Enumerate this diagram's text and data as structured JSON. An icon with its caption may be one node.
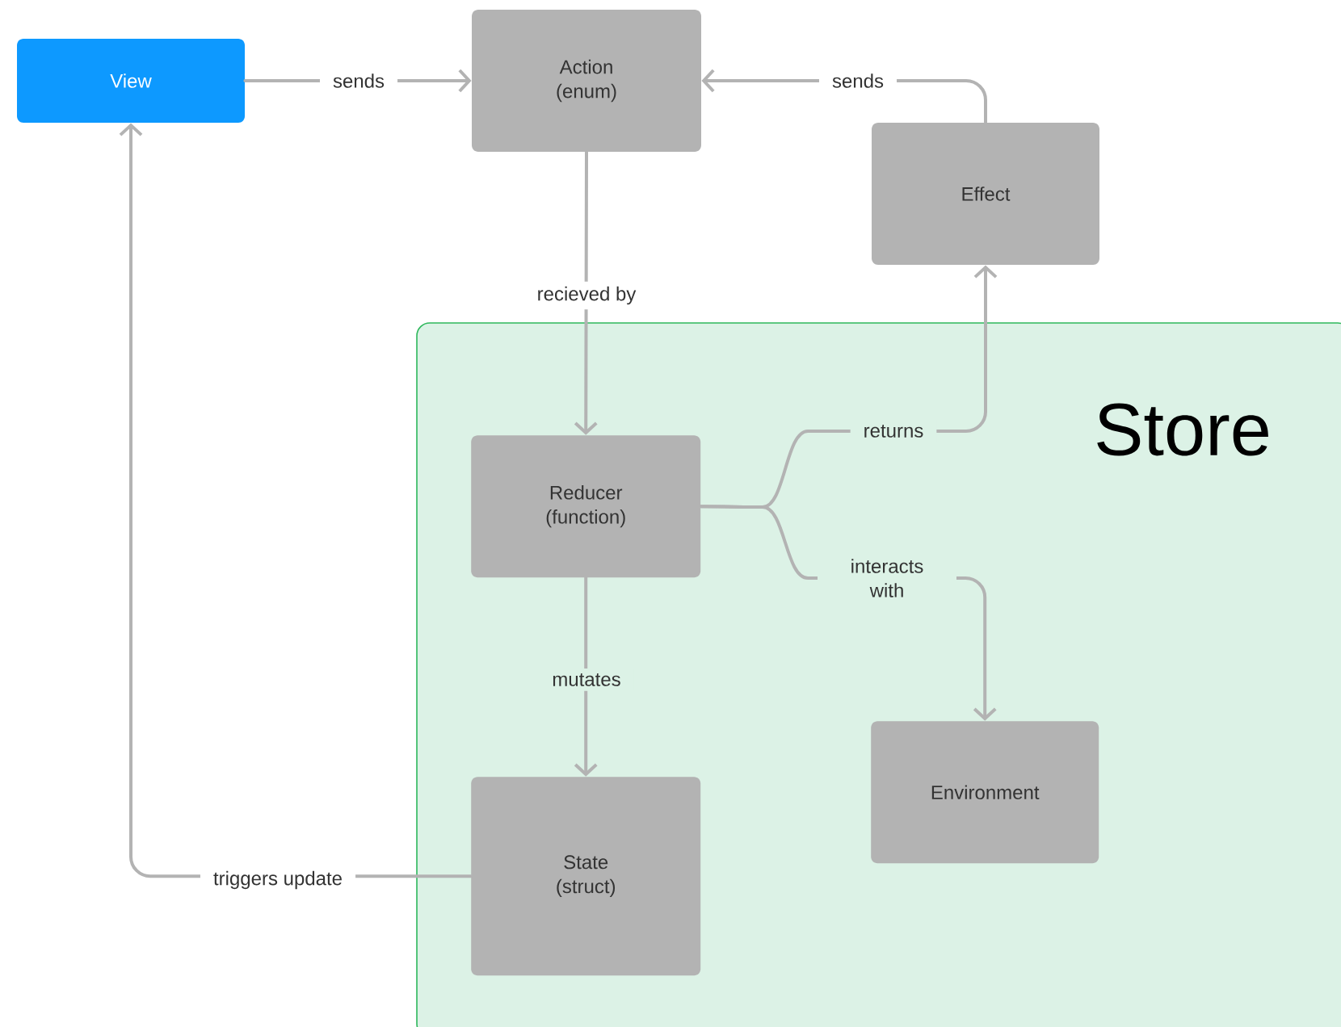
{
  "diagram": {
    "nodes": [
      {
        "text": [
          "View"
        ]
      },
      {
        "text": [
          "Action (enum)"
        ]
      },
      {
        "text": [
          "Effect"
        ]
      },
      {
        "text": [
          "Store"
        ]
      },
      {
        "text": [
          "Reducer (function)"
        ],
        "in": 3
      },
      {
        "text": [
          "Environment"
        ],
        "in": 3
      },
      {
        "text": [
          "State (struct)"
        ],
        "in": 3
      }
    ],
    "edges": [
      {
        "from": 0,
        "to": 1,
        "arrow": "to",
        "label": "sends"
      },
      {
        "from": 2,
        "to": 1,
        "arrow": "to",
        "label": "sends"
      },
      {
        "from": 1,
        "to": 4,
        "arrow": "to",
        "label": "recieved by"
      },
      {
        "from": 4,
        "to": 2,
        "arrow": "to",
        "label": "returns"
      },
      {
        "from": 4,
        "to": 5,
        "arrow": "to",
        "label": "interacts with"
      },
      {
        "from": 4,
        "to": 6,
        "arrow": "to",
        "label": "mutates"
      },
      {
        "from": 6,
        "to": 0,
        "arrow": "to",
        "label": "triggers update"
      }
    ]
  }
}
